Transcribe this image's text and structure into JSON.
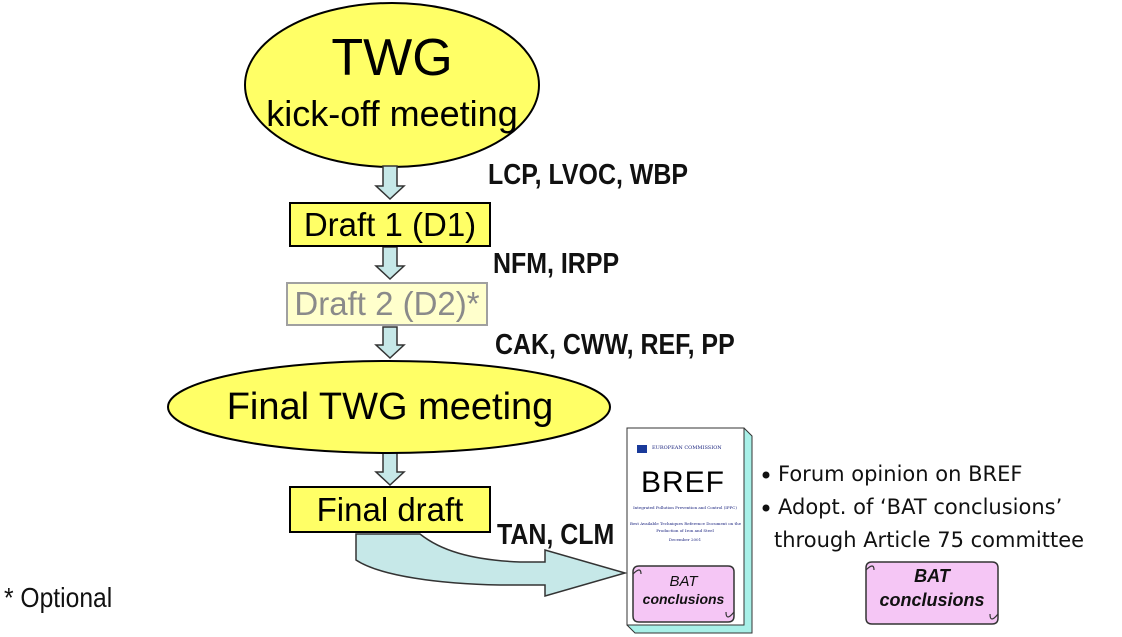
{
  "kickoff": {
    "line1": "TWG",
    "line2": "kick-off meeting"
  },
  "steps": {
    "draft1": "Draft 1 (D1)",
    "draft2": "Draft 2 (D2)*",
    "final_meeting": "Final TWG meeting",
    "final_draft": "Final draft"
  },
  "labels": {
    "after_kickoff": "LCP, LVOC, WBP",
    "after_draft1": "NFM, IRPP",
    "after_draft2": "CAK, CWW, REF, PP",
    "after_final_draft": "TAN, CLM"
  },
  "bref_document": {
    "title": "BREF",
    "header": "EUROPEAN COMMISSION",
    "line1": "Integrated Pollution Prevention and Control (IPPC)",
    "line2": "Best Available Techniques Reference Document on the",
    "line3": "Production of Iron and Steel",
    "date": "December 2001",
    "scroll": {
      "line1": "BAT",
      "line2": "conclusions"
    }
  },
  "outcomes": {
    "bullet1": "Forum opinion on BREF",
    "bullet2": "Adopt. of ‘BAT conclusions’",
    "bullet2_cont": "through Article 75 committee"
  },
  "final_scroll": {
    "line1": "BAT",
    "line2": "conclusions"
  },
  "footnote": "* Optional",
  "colors": {
    "yellow": "#ffff66",
    "optional_fill": "#ffffcc",
    "arrow_fill": "#c6e8e8",
    "scroll_fill": "#f5c6f5",
    "doc_side": "#a8f0e8"
  }
}
